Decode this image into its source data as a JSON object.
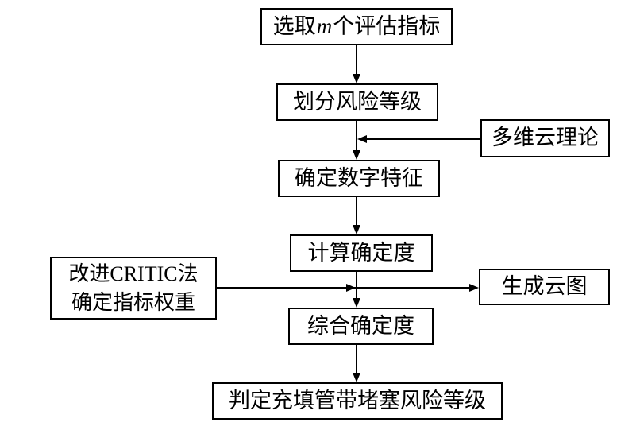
{
  "diagram": {
    "type": "flowchart",
    "colors": {
      "background": "#ffffff",
      "line": "#000000",
      "box_border": "#000000",
      "text": "#000000"
    },
    "nodes": {
      "select_indicators": {
        "prefix": "选取",
        "variable": "m",
        "suffix": "个评估指标"
      },
      "divide_risk": {
        "label": "划分风险等级"
      },
      "cloud_theory": {
        "label": "多维云理论"
      },
      "numeric_features": {
        "label": "确定数字特征"
      },
      "calc_certainty": {
        "label": "计算确定度"
      },
      "critic_method": {
        "line1": "改进CRITIC法",
        "line2": "确定指标权重"
      },
      "cloud_map": {
        "label": "生成云图"
      },
      "comprehensive_certainty": {
        "label": "综合确定度"
      },
      "judge_risk": {
        "label": "判定充填管带堵塞风险等级"
      }
    },
    "edges": [
      {
        "from": "select_indicators",
        "to": "divide_risk",
        "direction": "down"
      },
      {
        "from": "divide_risk",
        "to": "numeric_features",
        "direction": "down"
      },
      {
        "from": "cloud_theory",
        "to": "divide_risk_to_numeric_features_arrow",
        "direction": "left"
      },
      {
        "from": "numeric_features",
        "to": "calc_certainty",
        "direction": "down"
      },
      {
        "from": "calc_certainty",
        "to": "comprehensive_certainty",
        "direction": "down"
      },
      {
        "from": "critic_method",
        "to": "calc_certainty_to_comprehensive_arrow",
        "direction": "right"
      },
      {
        "from": "calc_certainty_to_comprehensive_arrow",
        "to": "cloud_map",
        "direction": "right"
      },
      {
        "from": "comprehensive_certainty",
        "to": "judge_risk",
        "direction": "down"
      }
    ]
  }
}
